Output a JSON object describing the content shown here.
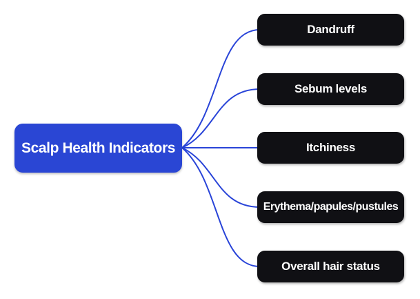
{
  "mindmap": {
    "root": {
      "label": "Scalp Health Indicators"
    },
    "children": [
      {
        "label": "Dandruff"
      },
      {
        "label": "Sebum levels"
      },
      {
        "label": "Itchiness"
      },
      {
        "label": "Erythema/papules/pustules"
      },
      {
        "label": "Overall hair status"
      }
    ],
    "colors": {
      "root_bg": "#2a46d4",
      "child_bg": "#101014",
      "connector": "#2944d8",
      "text": "#ffffff",
      "background": "#ffffff"
    }
  }
}
